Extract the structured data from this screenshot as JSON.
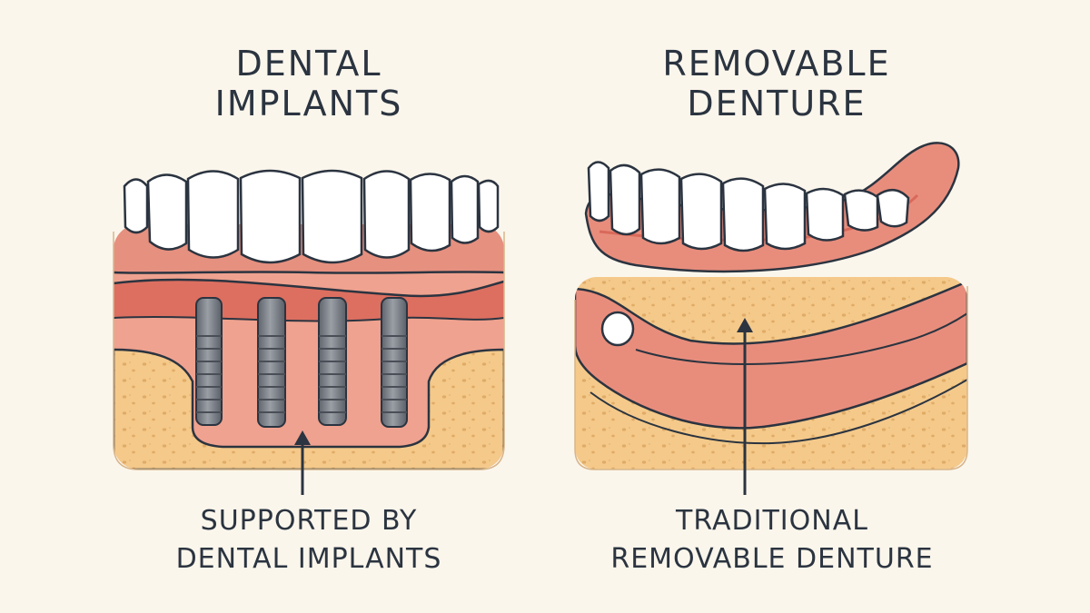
{
  "left_panel": {
    "title_line1": "DENTAL",
    "title_line2": "IMPLANTS",
    "caption_line1": "SUPPORTED BY",
    "caption_line2": "DENTAL IMPLANTS"
  },
  "right_panel": {
    "title_line1": "REMOVABLE",
    "title_line2": "DENTURE",
    "caption_line1": "TRADITIONAL",
    "caption_line2": "REMOVABLE DENTURE"
  },
  "colors": {
    "background": "#fbf6ec",
    "gum": "#e88d7c",
    "gum_dark": "#d9695a",
    "bone": "#f4c98a",
    "tooth": "#ffffff",
    "implant": "#7b8088",
    "outline": "#2b3440"
  }
}
